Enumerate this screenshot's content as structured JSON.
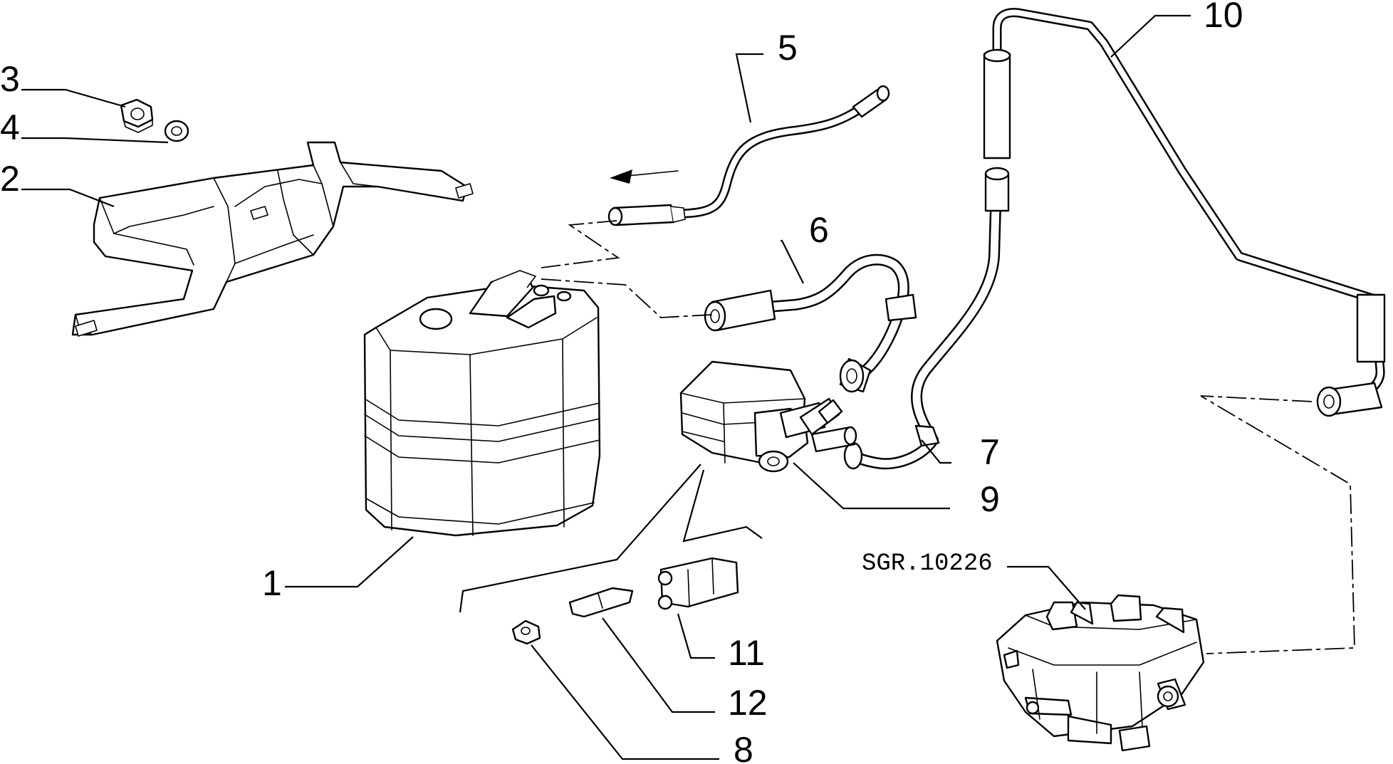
{
  "diagram": {
    "reference_code": "SGR.10226",
    "callouts": [
      "1",
      "2",
      "3",
      "4",
      "5",
      "6",
      "7",
      "8",
      "9",
      "10",
      "11",
      "12"
    ]
  }
}
